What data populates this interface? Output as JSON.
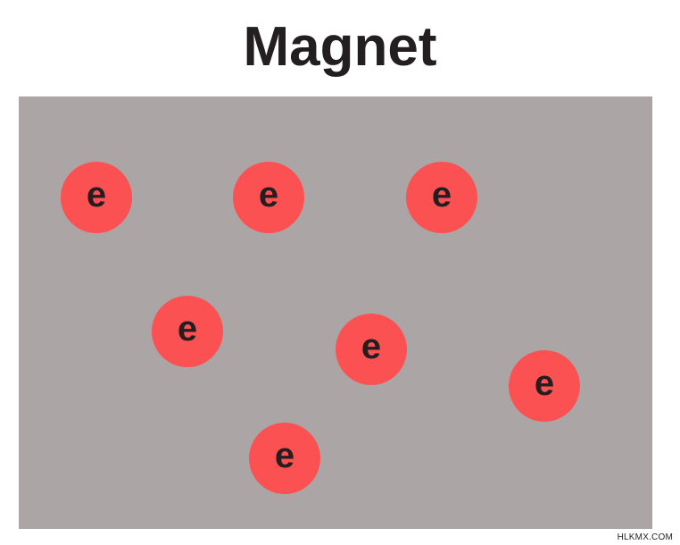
{
  "title": "Magnet",
  "electrons": [
    {
      "label": "e"
    },
    {
      "label": "e"
    },
    {
      "label": "e"
    },
    {
      "label": "e"
    },
    {
      "label": "e"
    },
    {
      "label": "e"
    },
    {
      "label": "e"
    }
  ],
  "watermark": "HLKMX.COM",
  "colors": {
    "magnet_fill": "#aca5a5",
    "electron_fill": "#fc5152",
    "text": "#231f20",
    "background": "#ffffff"
  }
}
